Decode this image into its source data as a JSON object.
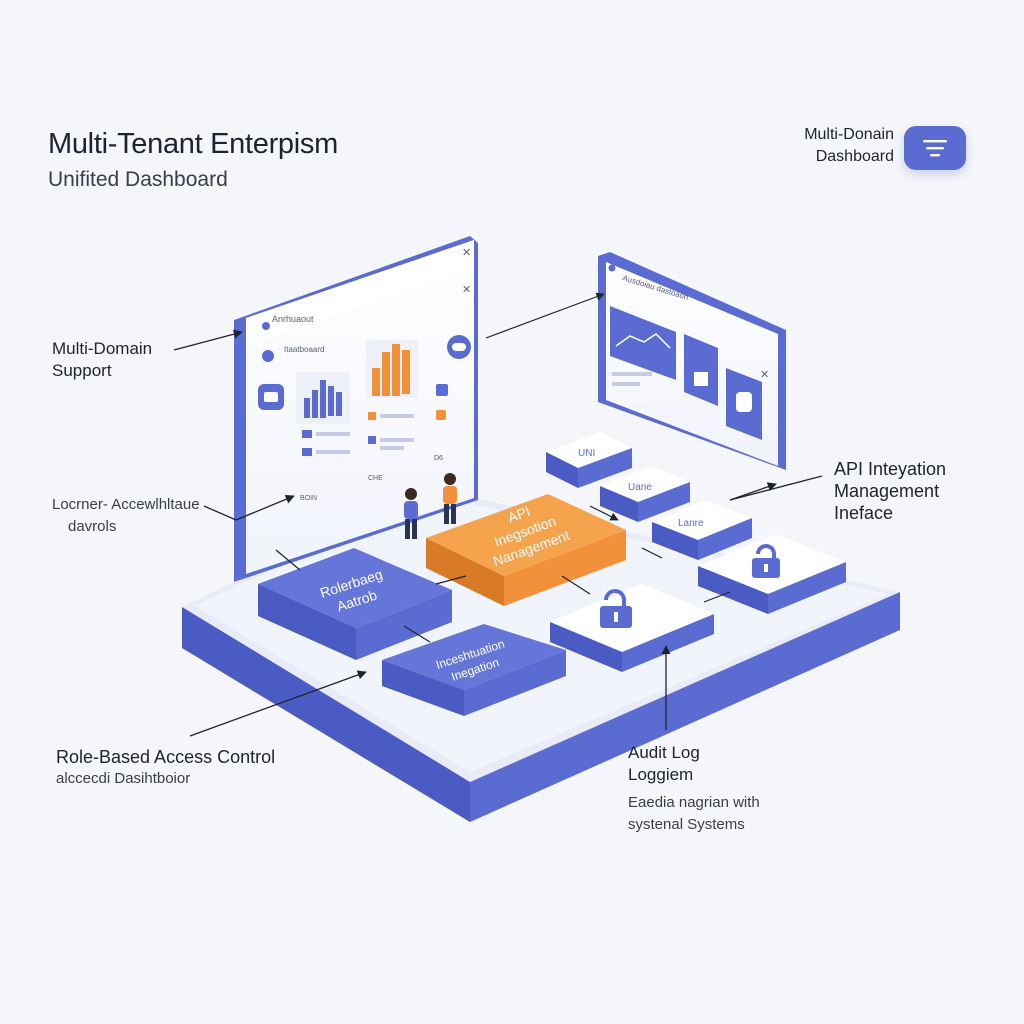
{
  "header": {
    "title": "Multi-Tenant Enterpism",
    "subtitle": "Unifited Dashboard",
    "badge_label_line1": "Multi-Donain",
    "badge_label_line2": "Dashboard",
    "badge_icon": "menu-lines-icon"
  },
  "callouts": {
    "multi_domain_line1": "Multi-Domain",
    "multi_domain_line2": "Support",
    "access_line1": "Locrner- Accewlhltaue",
    "access_line2": "davrols",
    "api_line1": "API Inteyation",
    "api_line2": "Management",
    "api_line3": "Ineface",
    "rbac_line1": "Role-Based Access Control",
    "rbac_line2": "alccecdi Dasihtboior",
    "audit_line1": "Audit Log",
    "audit_line2": "Loggiem",
    "audit_desc1": "Eaedia nagrian with",
    "audit_desc2": "systenal Systems"
  },
  "tiles": {
    "center_line1": "API",
    "center_line2": "Inegsotion",
    "center_line3": "Nanagement",
    "left_top_line1": "Rolerbaeg",
    "left_top_line2": "Aatrob",
    "left_bottom_line1": "Inceshtuation",
    "left_bottom_line2": "Inegation",
    "small_1": "UNI",
    "small_2": "Uane",
    "small_3": "Lanre"
  },
  "panels": {
    "left_header": "Anrhuaout",
    "left_row1": "Itaatboaard",
    "left_footer_1": "BOIN",
    "left_footer_2": "CHE",
    "left_footer_3": "D6",
    "right_header": "Ausdoiau dastoaon"
  },
  "colors": {
    "primary": "#5a6cd1",
    "primary_dark": "#4a5bc3",
    "accent_orange": "#f2913a",
    "platform_top": "#eef0fa",
    "tile_white": "#ffffff"
  }
}
